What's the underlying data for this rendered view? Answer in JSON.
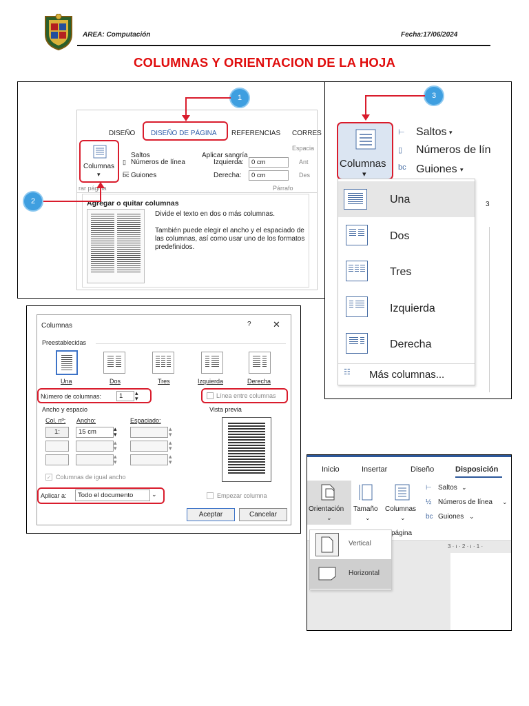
{
  "header": {
    "area": "AREA: Computación",
    "date": "Fecha:17/06/2024"
  },
  "title": "COLUMNAS Y ORIENTACION DE LA HOJA",
  "colors": {
    "accent_red": "#e00d0d",
    "callout_blue": "#3f9fe0",
    "annotation_red": "#d91c2c"
  },
  "panel1": {
    "callout_1": "1",
    "callout_2": "2",
    "tabs": [
      "DISEÑO",
      "DISEÑO DE PÁGINA",
      "REFERENCIAS",
      "CORRES"
    ],
    "columns_button": "Columnas",
    "saltos": "Saltos",
    "numeros": "Números de línea",
    "guiones": "Guiones",
    "aplicar_sangria": "Aplicar sangría",
    "izquierda_label": "Izquierda:",
    "izquierda_value": "0 cm",
    "derecha_label": "Derecha:",
    "derecha_value": "0 cm",
    "espaciado": "Espacia",
    "ant": "Ant",
    "des": "Des",
    "group_label": "rar página",
    "parrafo": "Párrafo",
    "tooltip_title": "Agregar o quitar columnas",
    "tooltip_line1": "Divide el texto en dos o más columnas.",
    "tooltip_line2": "También puede elegir el ancho y el espaciado de las columnas, así como usar uno de los formatos predefinidos."
  },
  "panel2": {
    "callout_3": "3",
    "columns_button": "Columnas",
    "saltos": "Saltos",
    "numeros": "Números de lín",
    "guiones": "Guiones",
    "ruler": "3",
    "items": [
      "Una",
      "Dos",
      "Tres",
      "Izquierda",
      "Derecha"
    ],
    "mas": "Más columnas..."
  },
  "dialog": {
    "title": "Columnas",
    "help": "?",
    "close": "✕",
    "preestablecidas": "Preestablecidas",
    "presets": [
      "Una",
      "Dos",
      "Tres",
      "Izquierda",
      "Derecha"
    ],
    "num_label": "Número de columnas:",
    "num_value": "1",
    "linea_entre": "Línea entre columnas",
    "ancho_y_espacio": "Ancho y espacio",
    "vista_previa": "Vista previa",
    "col_n": "Col. nº:",
    "ancho": "Ancho:",
    "espaciado": "Espaciado:",
    "row1_col": "1:",
    "row1_ancho": "15 cm",
    "igual_ancho": "Columnas de igual ancho",
    "aplicar_label": "Aplicar a:",
    "aplicar_value": "Todo el documento",
    "empezar": "Empezar columna",
    "aceptar": "Aceptar",
    "cancelar": "Cancelar"
  },
  "panel4": {
    "tabs": [
      "Inicio",
      "Insertar",
      "Diseño",
      "Disposición"
    ],
    "orientacion": "Orientación",
    "tamano": "Tamaño",
    "columnas": "Columnas",
    "saltos": "Saltos",
    "numeros": "Números de línea",
    "guiones": "Guiones",
    "pagina": "página",
    "ruler": "3 · ı · 2 · ı · 1 ·",
    "vertical": "Vertical",
    "horizontal": "Horizontal"
  }
}
